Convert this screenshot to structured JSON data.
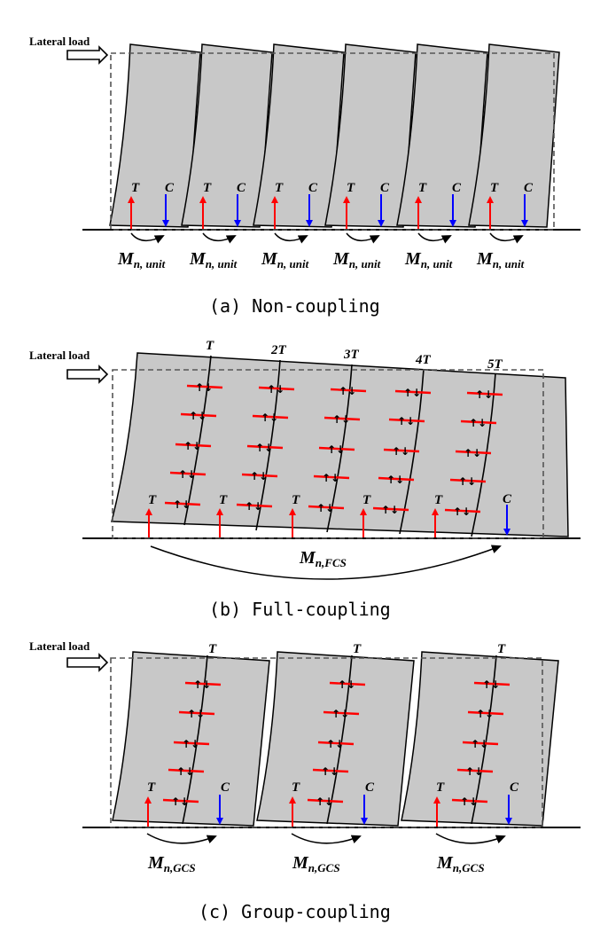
{
  "lateral_load_label": "Lateral load",
  "force_T": "T",
  "force_C": "C",
  "panel_a": {
    "moment_main": "M",
    "moment_sub": "n, unit",
    "caption": "(a) Non-coupling"
  },
  "panel_b": {
    "tension_labels": [
      "T",
      "2T",
      "3T",
      "4T",
      "5T"
    ],
    "moment_main": "M",
    "moment_sub": "n,FCS",
    "caption": "(b) Full-coupling"
  },
  "panel_c": {
    "moment_main": "M",
    "moment_sub": "n,GCS",
    "caption": "(c) Group-coupling"
  }
}
